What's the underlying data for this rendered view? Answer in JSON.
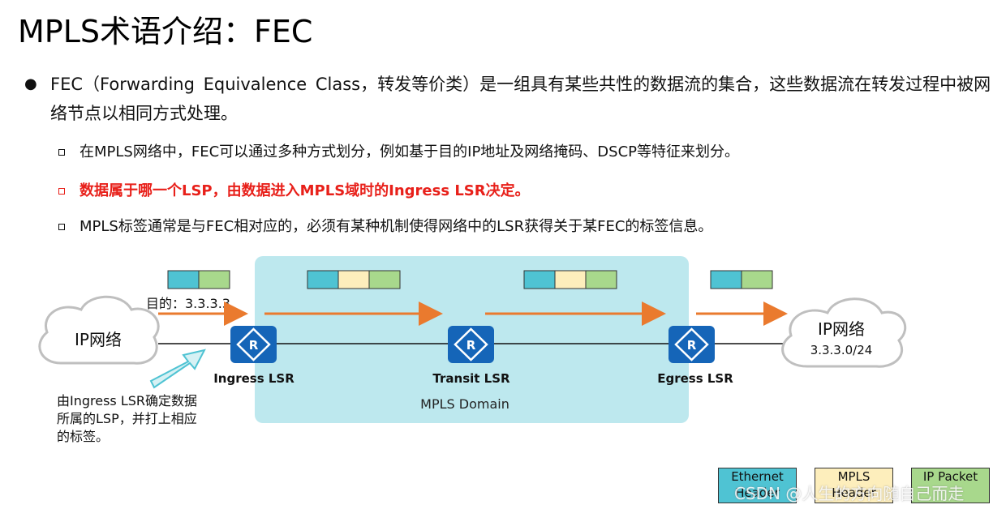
{
  "title": "MPLS术语介绍：FEC",
  "bullet_main": "FEC（Forwarding Equivalence Class，转发等价类）是一组具有某些共性的数据流的集合，这些数据流在转发过程中被网络节点以相同方式处理。",
  "sub_bullets": [
    "在MPLS网络中，FEC可以通过多种方式划分，例如基于目的IP地址及网络掩码、DSCP等特征来划分。",
    "数据属于哪一个LSP，由数据进入MPLS域时的Ingress LSR决定。",
    "MPLS标签通常是与FEC相对应的，必须有某种机制使得网络中的LSR获得关于某FEC的标签信息。"
  ],
  "diagram": {
    "left_cloud": "IP网络",
    "right_cloud": "IP网络",
    "right_cloud_subnet": "3.3.3.0/24",
    "destination_label": "目的：3.3.3.3",
    "routers": [
      "Ingress LSR",
      "Transit LSR",
      "Egress LSR"
    ],
    "domain_label": "MPLS Domain",
    "note": "由Ingress LSR确定数据所属的LSP，并打上相应的标签。"
  },
  "legend": [
    {
      "label": "Ethernet Header",
      "color": "#4fc3d3"
    },
    {
      "label": "MPLS Header",
      "color": "#fdeebc"
    },
    {
      "label": "IP Packet",
      "color": "#a8d88c"
    }
  ],
  "colors": {
    "ethernet": "#4fc3d3",
    "mpls": "#fdeebc",
    "ip": "#a8d88c",
    "domain_bg": "#bde8ee",
    "arrow": "#ea7a2e",
    "router": "#1565b8",
    "highlight": "#e8201a"
  },
  "watermark": "CSDN @人生的方向随自己而走"
}
